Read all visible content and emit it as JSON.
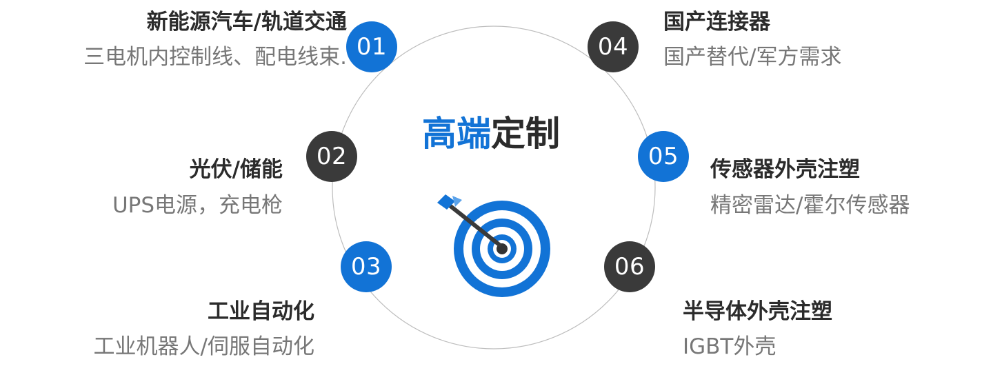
{
  "center": {
    "title_highlight": "高端",
    "title_rest": "定制"
  },
  "items": [
    {
      "num": "01",
      "color": "blue",
      "title": "新能源汽车/轨道交通",
      "subtitle": "三电机内控制线、配电线束."
    },
    {
      "num": "02",
      "color": "dark",
      "title": "光伏/储能",
      "subtitle": "UPS电源，充电枪"
    },
    {
      "num": "03",
      "color": "blue",
      "title": "工业自动化",
      "subtitle": "工业机器人/伺服自动化"
    },
    {
      "num": "04",
      "color": "dark",
      "title": "国产连接器",
      "subtitle": "国产替代/军方需求"
    },
    {
      "num": "05",
      "color": "blue",
      "title": "传感器外壳注塑",
      "subtitle": "精密雷达/霍尔传感器"
    },
    {
      "num": "06",
      "color": "dark",
      "title": "半导体外壳注塑",
      "subtitle": "IGBT外壳"
    }
  ],
  "colors": {
    "accent": "#1273d6",
    "dark": "#3a3a3a",
    "title_text": "#2b2b2b",
    "sub_text": "#777777"
  },
  "icons": {
    "center": "target-with-arrow-icon"
  }
}
